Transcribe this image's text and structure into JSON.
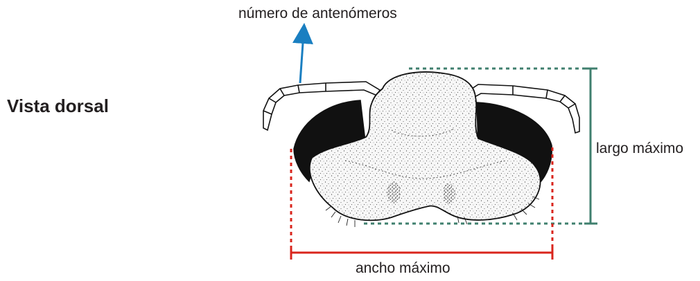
{
  "diagram": {
    "view_title": "Vista dorsal",
    "labels": {
      "antenna_segments": "número de antenómeros",
      "max_length": "largo máximo",
      "max_width": "ancho máximo"
    },
    "colors": {
      "antenna_arrow": "#1a7fc1",
      "length_guides": "#3f7f6e",
      "width_guides": "#d9251c",
      "body_fill": "#f4f4f4",
      "eye_fill": "#111111",
      "text": "#231f20"
    }
  }
}
